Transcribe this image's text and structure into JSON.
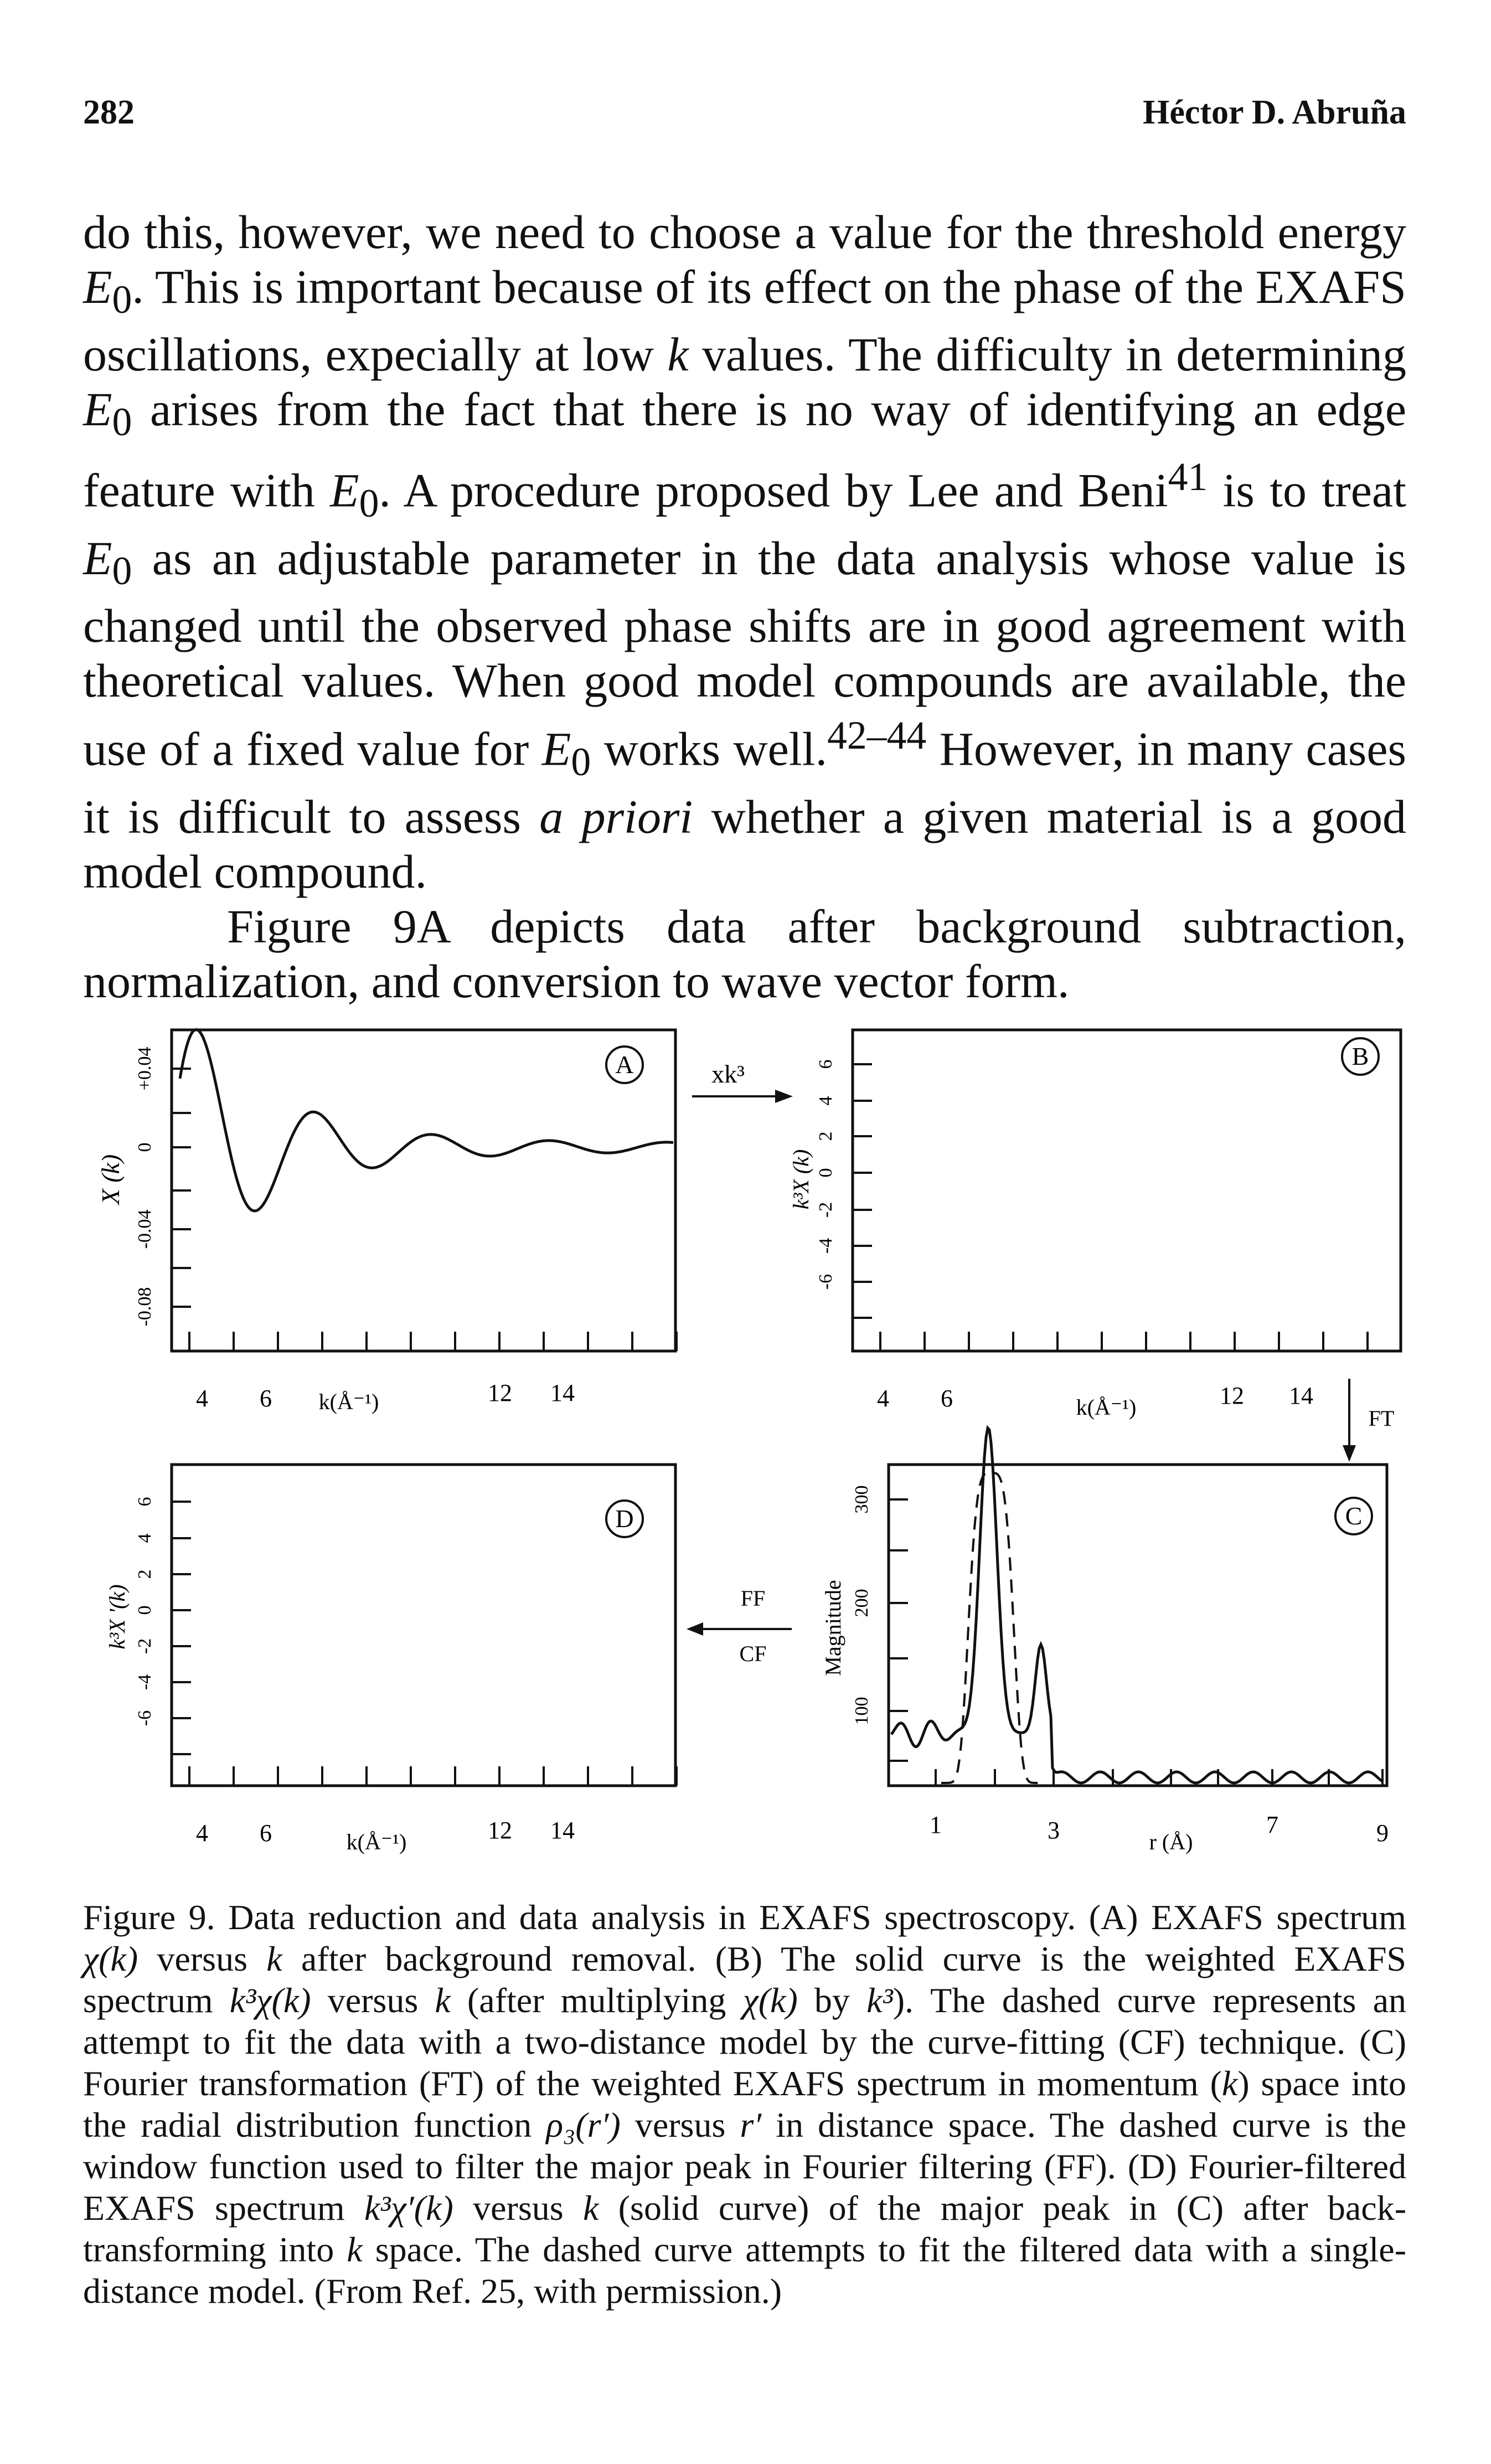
{
  "header": {
    "page_number": "282",
    "author": "Héctor D. Abruña"
  },
  "body": {
    "p1_parts": [
      "do this, however, we need to choose a value for the threshold energy ",
      "E",
      "0",
      ". This is important because of its effect on the phase of the EXAFS oscillations, expecially at low ",
      "k",
      " values. The difficulty in determining ",
      "E",
      "0",
      " arises from the fact that there is no way of identifying an edge feature with ",
      "E",
      "0",
      ". A procedure proposed by Lee and Beni",
      "41",
      " is to treat ",
      "E",
      "0",
      " as an adjustable parameter in the data analysis whose value is changed until the observed phase shifts are in good agreement with theoretical values. When good model compounds are available, the use of a fixed value for ",
      "E",
      "0",
      " works well.",
      "42–44",
      " However, in many cases it is difficult to assess ",
      "a priori",
      " whether a given material is a good model compound."
    ],
    "p2": "Figure 9A depicts data after background subtraction, normalization, and conversion to wave vector form."
  },
  "figure": {
    "panels": {
      "A": {
        "label": "A",
        "ylabel": "X (k)",
        "xlabel": "k(Å⁻¹)",
        "yticks": [
          "+0.04",
          "0",
          "-0.04",
          "-0.08"
        ],
        "xticks": [
          "4",
          "6",
          "12",
          "14"
        ]
      },
      "B": {
        "label": "B",
        "ylabel": "k³X (k)",
        "xlabel": "k(Å⁻¹)",
        "yticks": [
          "6",
          "4",
          "2",
          "0",
          "-2",
          "-4",
          "-6"
        ],
        "xticks": [
          "4",
          "6",
          "12",
          "14"
        ]
      },
      "C": {
        "label": "C",
        "ylabel": "Magnitude",
        "xlabel": "r (Å)",
        "yticks": [
          "300",
          "200",
          "100"
        ],
        "xticks": [
          "1",
          "3",
          "7",
          "9"
        ]
      },
      "D": {
        "label": "D",
        "ylabel": "k³X '(k)",
        "xlabel": "k(Å⁻¹)",
        "yticks": [
          "6",
          "4",
          "2",
          "0",
          "-2",
          "-4",
          "-6"
        ],
        "xticks": [
          "4",
          "6",
          "12",
          "14"
        ]
      }
    },
    "arrows": {
      "ab": "xk³",
      "bc": "FT",
      "cd_top": "FF",
      "cd_bottom": "CF"
    }
  },
  "caption": {
    "parts": [
      "Figure 9. Data reduction and data analysis in EXAFS spectroscopy. (A) EXAFS spectrum ",
      "χ(k)",
      " versus ",
      "k",
      " after background removal. (B) The solid curve is the weighted EXAFS spectrum ",
      "k³χ(k)",
      " versus ",
      "k",
      " (after multiplying ",
      "χ(k)",
      " by ",
      "k³",
      "). The dashed curve represents an attempt to fit the data with a two-distance model by the curve-fitting (CF) technique. (C) Fourier transformation (FT) of the weighted EXAFS spectrum in momentum (",
      "k",
      ") space into the radial distribution function ",
      "ρ₃(r′)",
      " versus ",
      "r′",
      " in distance space. The dashed curve is the window function used to filter the major peak in Fourier filtering (FF). (D) Fourier-filtered EXAFS spectrum ",
      "k³χ′(k)",
      " versus ",
      "k",
      " (solid curve) of the major peak in (C) after back-transforming into ",
      "k",
      " space. The dashed curve attempts to fit the filtered data with a single-distance model. (From Ref. 25, with permission.)"
    ]
  }
}
